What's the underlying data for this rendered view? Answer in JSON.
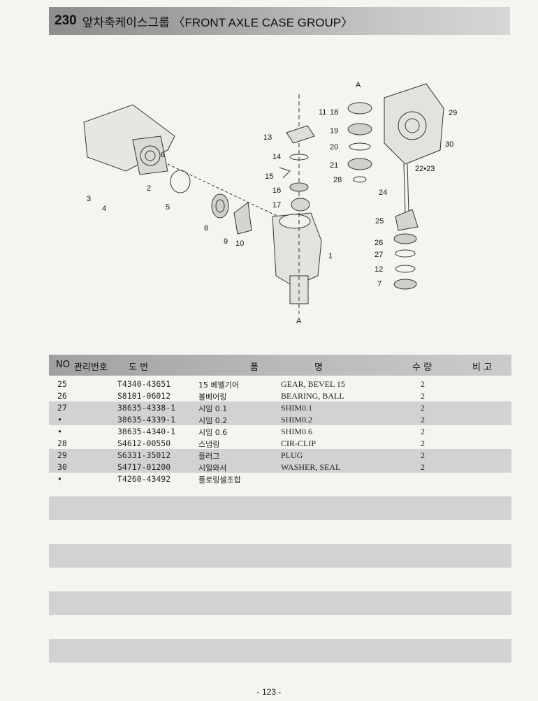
{
  "header": {
    "group_number": "230",
    "title": "앞차축케이스그룹 〈FRONT AXLE CASE GROUP〉"
  },
  "diagram": {
    "callouts": [
      "1",
      "2",
      "3",
      "4",
      "5",
      "6",
      "7",
      "8",
      "9",
      "10",
      "11",
      "12",
      "13",
      "14",
      "15",
      "16",
      "17",
      "18",
      "19",
      "20",
      "21",
      "22•23",
      "24",
      "25",
      "26",
      "27",
      "28",
      "29",
      "30"
    ],
    "view_marker": "A"
  },
  "table": {
    "columns": {
      "no": "NO",
      "mgmt": "관리번호",
      "drawing": "도    번",
      "name_kr": "품",
      "name_en": "명",
      "qty": "수 량",
      "remark": "비 고"
    },
    "rows": [
      {
        "no": "25",
        "part": "T4340-43651",
        "kr": "15 베벨기어",
        "en": "GEAR, BEVEL 15",
        "qty": "2"
      },
      {
        "no": "26",
        "part": "S8101-06012",
        "kr": "볼베어링",
        "en": "BEARING, BALL",
        "qty": "2"
      },
      {
        "no": "27",
        "part": "38635-4338-1",
        "kr": "시임 0.1",
        "en": "SHIM0.1",
        "qty": "2"
      },
      {
        "no": "•",
        "part": "38635-4339-1",
        "kr": "시임 0.2",
        "en": "SHIM0.2",
        "qty": "2"
      },
      {
        "no": "•",
        "part": "38635-4340-1",
        "kr": "시임 0.6",
        "en": "SHIM0.6",
        "qty": "2"
      },
      {
        "no": "28",
        "part": "S4612-00550",
        "kr": "스냅링",
        "en": "CIR-CLIP",
        "qty": "2"
      },
      {
        "no": "29",
        "part": "S6331-35012",
        "kr": "플러그",
        "en": "PLUG",
        "qty": "2"
      },
      {
        "no": "30",
        "part": "S4717-01200",
        "kr": "시일와셔",
        "en": "WASHER, SEAL",
        "qty": "2"
      },
      {
        "no": "•",
        "part": "T4260-43492",
        "kr": "플로링셀조합",
        "en": "",
        "qty": ""
      },
      {
        "no": "",
        "part": "",
        "kr": "",
        "en": "",
        "qty": ""
      },
      {
        "no": "",
        "part": "",
        "kr": "",
        "en": "",
        "qty": ""
      },
      {
        "no": "",
        "part": "",
        "kr": "",
        "en": "",
        "qty": ""
      },
      {
        "no": "",
        "part": "",
        "kr": "",
        "en": "",
        "qty": ""
      },
      {
        "no": "",
        "part": "",
        "kr": "",
        "en": "",
        "qty": ""
      },
      {
        "no": "",
        "part": "",
        "kr": "",
        "en": "",
        "qty": ""
      },
      {
        "no": "",
        "part": "",
        "kr": "",
        "en": "",
        "qty": ""
      },
      {
        "no": "",
        "part": "",
        "kr": "",
        "en": "",
        "qty": ""
      },
      {
        "no": "",
        "part": "",
        "kr": "",
        "en": "",
        "qty": ""
      },
      {
        "no": "",
        "part": "",
        "kr": "",
        "en": "",
        "qty": ""
      },
      {
        "no": "",
        "part": "",
        "kr": "",
        "en": "",
        "qty": ""
      },
      {
        "no": "",
        "part": "",
        "kr": "",
        "en": "",
        "qty": ""
      },
      {
        "no": "",
        "part": "",
        "kr": "",
        "en": "",
        "qty": ""
      },
      {
        "no": "",
        "part": "",
        "kr": "",
        "en": "",
        "qty": ""
      },
      {
        "no": "",
        "part": "",
        "kr": "",
        "en": "",
        "qty": ""
      }
    ]
  },
  "page_number": "- 123 -"
}
